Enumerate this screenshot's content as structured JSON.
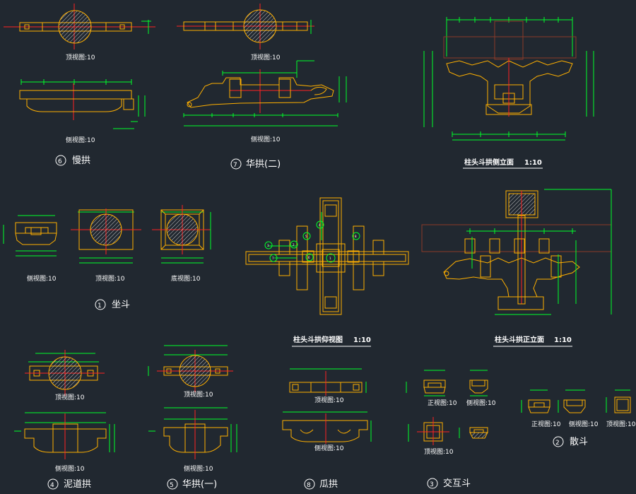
{
  "colors": {
    "background": "#212830",
    "geometry": "#ffb000",
    "dimension": "#00ff2a",
    "centerline": "#ff2222",
    "column": "#8a3a28",
    "text": "#ffffff"
  },
  "labels": {
    "top_view_1": "顶视图:10",
    "top_view_2": "顶视图:10",
    "side_view_1": "侧视图:10",
    "side_view_2": "侧视图:10",
    "title_manggong": "慢拱",
    "num_manggong": "6",
    "title_huagong2": "华拱(二)",
    "num_huagong2": "7",
    "title_side_elev": "柱头斗拱侧立面",
    "scale_side_elev": "1:10",
    "zd_side": "侧视图:10",
    "zd_top": "顶视图:10",
    "zd_bottom": "底视图:10",
    "title_zuodou": "坐斗",
    "num_zuodou": "1",
    "title_plan": "柱头斗拱仰视图",
    "scale_plan": "1:10",
    "title_front_elev": "柱头斗拱正立面",
    "scale_front_elev": "1:10",
    "ndg_top": "顶视图:10",
    "ndg_side": "侧视图:10",
    "title_nidaogong": "泥道拱",
    "num_nidaogong": "4",
    "hg1_top": "顶视图:10",
    "hg1_side": "侧视图:10",
    "title_huagong1": "华拱(一)",
    "num_huagong1": "5",
    "gg_top": "顶视图:10",
    "gg_side": "侧视图:10",
    "title_guagong": "瓜拱",
    "num_guagong": "8",
    "jhd_front": "正视图:10",
    "jhd_side": "侧视图:10",
    "jhd_top": "顶视图:10",
    "title_jiaohudou": "交互斗",
    "num_jiaohudou": "3",
    "sd_front": "正视图:10",
    "sd_side": "侧视图:10",
    "sd_top": "顶视图:10",
    "title_sandou": "散斗",
    "num_sandou": "2",
    "plan_bubbles": [
      "1",
      "2",
      "3",
      "4",
      "5",
      "6",
      "7",
      "8"
    ]
  }
}
